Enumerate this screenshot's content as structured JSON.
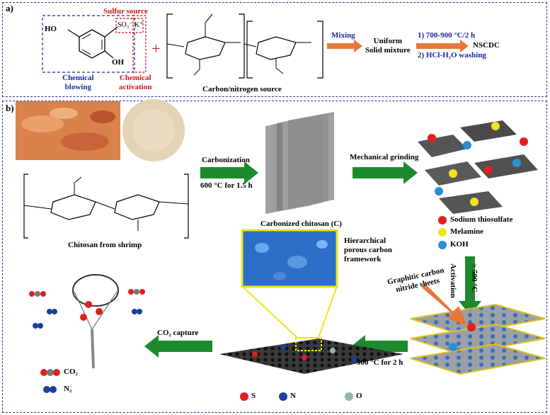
{
  "panel_a": {
    "label": "a)",
    "sulfur_source": "Sulfur source",
    "so3k": "SO₃⁻ K⁺",
    "ho_top": "HO",
    "oh_bottom": "OH",
    "chemical_blowing": "Chemical\nblowing",
    "chemical_activation": "Chemical\nactivation",
    "plus": "+",
    "carbon_nitrogen_source": "Carbon/nitrogen source",
    "mixing": "Mixing",
    "uniform_solid": "Uniform\nSolid mixture",
    "step1": "1) 700-900 °C/2 h",
    "step2": "2) HCl-H₂O washing",
    "product": "NSCDC"
  },
  "panel_b": {
    "label": "b)",
    "carbonization": "Carbonization",
    "carbonization_cond": "600 °C for 1.5 h",
    "chitosan_caption": "Chitosan from shrimp",
    "carbonized_caption": "Carbonized chitosan (C)",
    "mechanical_grinding": "Mechanical grinding",
    "legend_sodium": "Sodium thiosulfate",
    "legend_melamine": "Melamine",
    "legend_koh": "KOH",
    "activation": "Activation",
    "activation_temp": "> 500 °C",
    "graphitic": "Graphitic carbon\nnitride sheets",
    "hierarchical": "Hierarchical\nporous carbon\nframework",
    "cond_900": "900 °C for 2 h",
    "co2_capture": "CO₂ capture",
    "legend_co2": "CO₂",
    "legend_n2": "N₂",
    "legend_s": "S",
    "legend_n": "N",
    "legend_o": "O"
  },
  "colors": {
    "panel_border": "#2b3a8c",
    "arrow_orange": "#e8783a",
    "arrow_green": "#1e8a2e",
    "sulfur_red": "#c8161d",
    "blue_text": "#1a2a9c",
    "zoom_yellow": "#f2e21c"
  }
}
